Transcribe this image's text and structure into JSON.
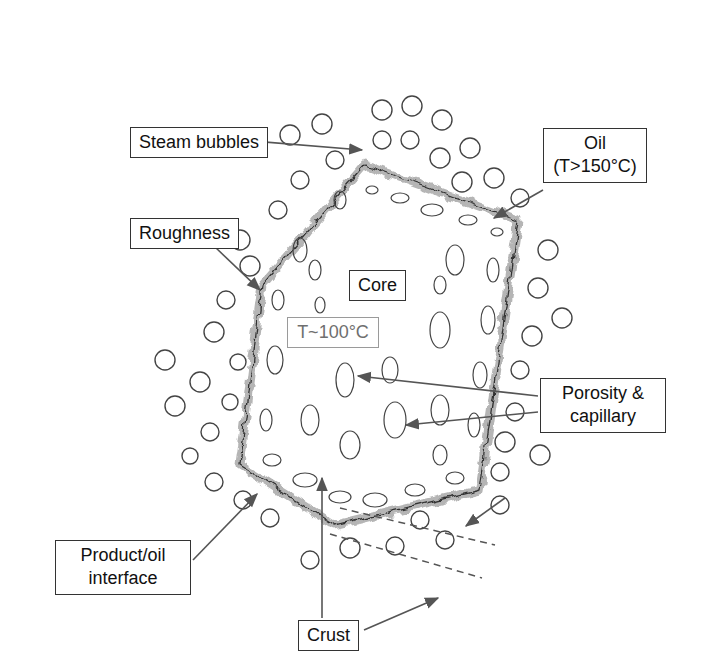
{
  "diagram": {
    "nodes": [
      {
        "text": [
          "Steam bubbles"
        ]
      },
      {
        "text": [
          "Oil (T>150°C)"
        ]
      },
      {
        "text": [
          "Roughness"
        ]
      },
      {
        "text": [
          "Core"
        ]
      },
      {
        "text": [
          "T~100°C"
        ]
      },
      {
        "text": [
          "Porosity & capillary"
        ]
      },
      {
        "text": [
          "Product/oil interface"
        ]
      },
      {
        "text": [
          "Crust"
        ]
      }
    ]
  }
}
